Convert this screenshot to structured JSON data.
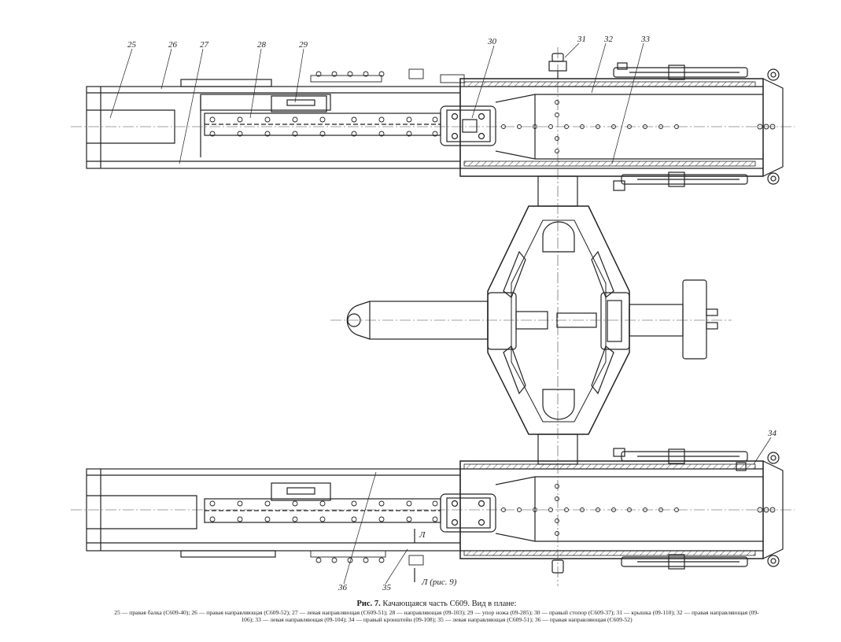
{
  "callouts": {
    "n25": "25",
    "n26": "26",
    "n27": "27",
    "n28": "28",
    "n29": "29",
    "n30": "30",
    "n31": "31",
    "n32": "32",
    "n33": "33",
    "n34": "34",
    "n35": "35",
    "n36": "36"
  },
  "section": {
    "mark": "Л",
    "ref": "Л (рис. 9)"
  },
  "caption": {
    "fig_num": "Рис. 7.",
    "title": "Качающаяся часть С609. Вид в плане:",
    "legend": "25 — правая балка (С609-40); 26 — правая направляющая (С609-52); 27 — левая направляющая (С609-51); 28 — направляющая (09-103); 29 — упор ножа (09-285); 30 — правый стопор (С609-37); 31 — крышка (09-110); 32 — правая направляющая (09-106); 33 — левая направляющая (09-104); 34 — правый кронштейн (09-108); 35 — левая направляющая (С609-51); 36 — правая направляющая (С609-52)"
  }
}
